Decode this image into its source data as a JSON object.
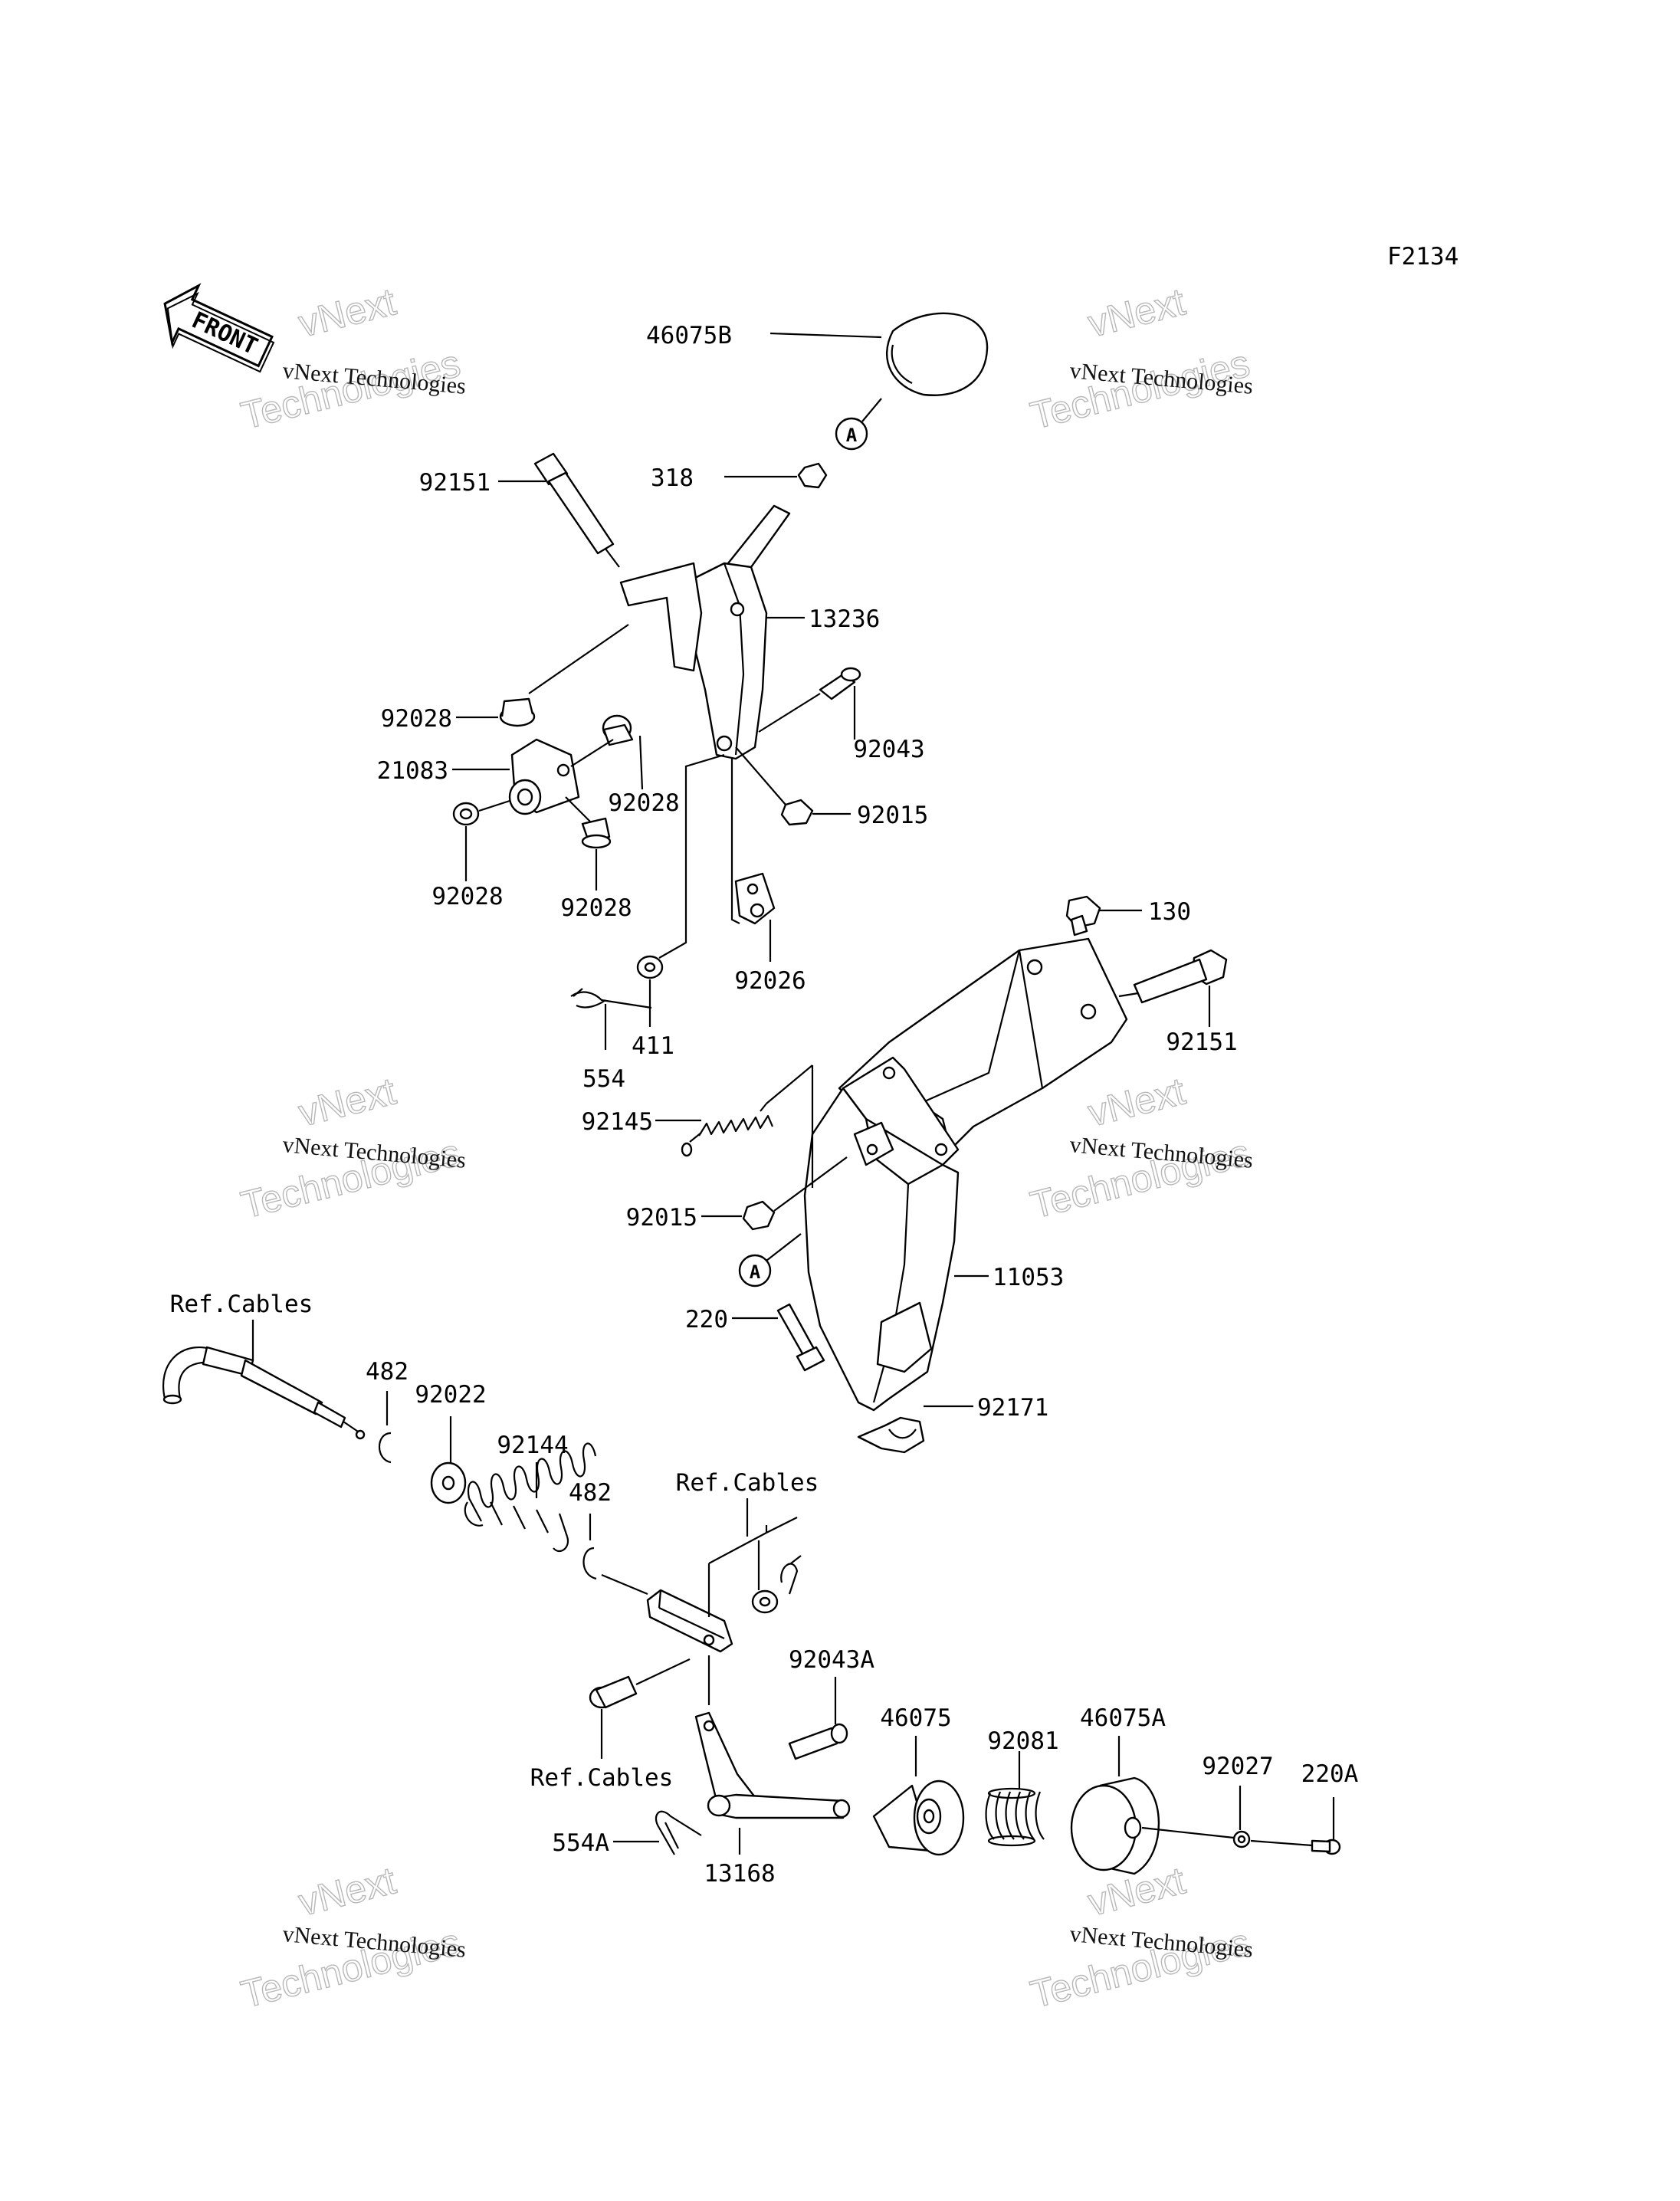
{
  "figure_code": "F2134",
  "front_arrow_text": "FRONT",
  "watermark": {
    "line1": "vNext Technologies",
    "line2": "Technologies",
    "line3": "vNext"
  },
  "callout_marker": "A",
  "labels": {
    "p46075B": "46075B",
    "p318": "318",
    "p92151_top": "92151",
    "p13236": "13236",
    "p92028_a": "92028",
    "p92043": "92043",
    "p21083": "21083",
    "p92028_b": "92028",
    "p92015_top": "92015",
    "p92028_c": "92028",
    "p92028_d": "92028",
    "p92026": "92026",
    "p130": "130",
    "p92151_mid": "92151",
    "p411": "411",
    "p554": "554",
    "p92145": "92145",
    "p92015_mid": "92015",
    "p11053": "11053",
    "p220": "220",
    "p92171": "92171",
    "ref_cables_1": "Ref.Cables",
    "p482_a": "482",
    "p92022": "92022",
    "p92144": "92144",
    "p482_b": "482",
    "ref_cables_2": "Ref.Cables",
    "p92043A": "92043A",
    "p46075": "46075",
    "p92081": "92081",
    "p46075A": "46075A",
    "p92027": "92027",
    "p220A": "220A",
    "ref_cables_3": "Ref.Cables",
    "p554A": "554A",
    "p13168": "13168"
  }
}
